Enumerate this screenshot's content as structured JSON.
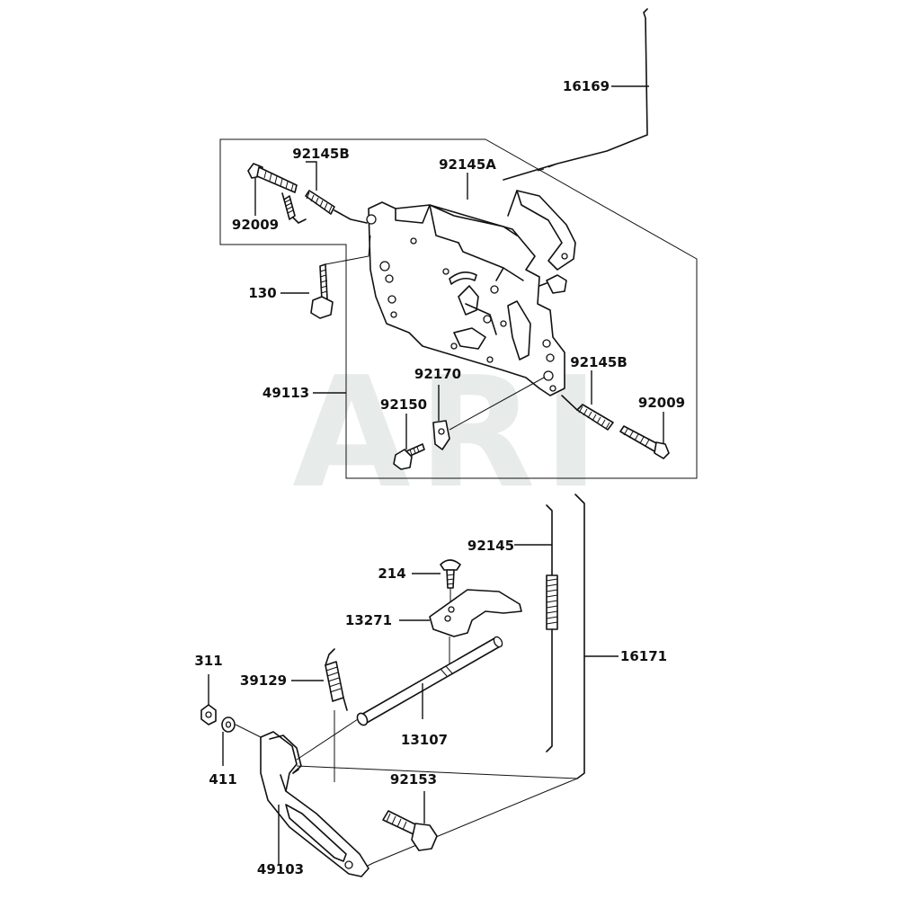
{
  "watermark": "ARI",
  "labels": {
    "p16169": "16169",
    "p92145B_top": "92145B",
    "p92145A": "92145A",
    "p92009_top": "92009",
    "p130": "130",
    "p49113": "49113",
    "p92170": "92170",
    "p92150": "92150",
    "p92145B_right": "92145B",
    "p92009_right": "92009",
    "p92145": "92145",
    "p214": "214",
    "p13271": "13271",
    "p16171": "16171",
    "p311": "311",
    "p39129": "39129",
    "p13107": "13107",
    "p411": "411",
    "p92153": "92153",
    "p49103": "49103"
  }
}
